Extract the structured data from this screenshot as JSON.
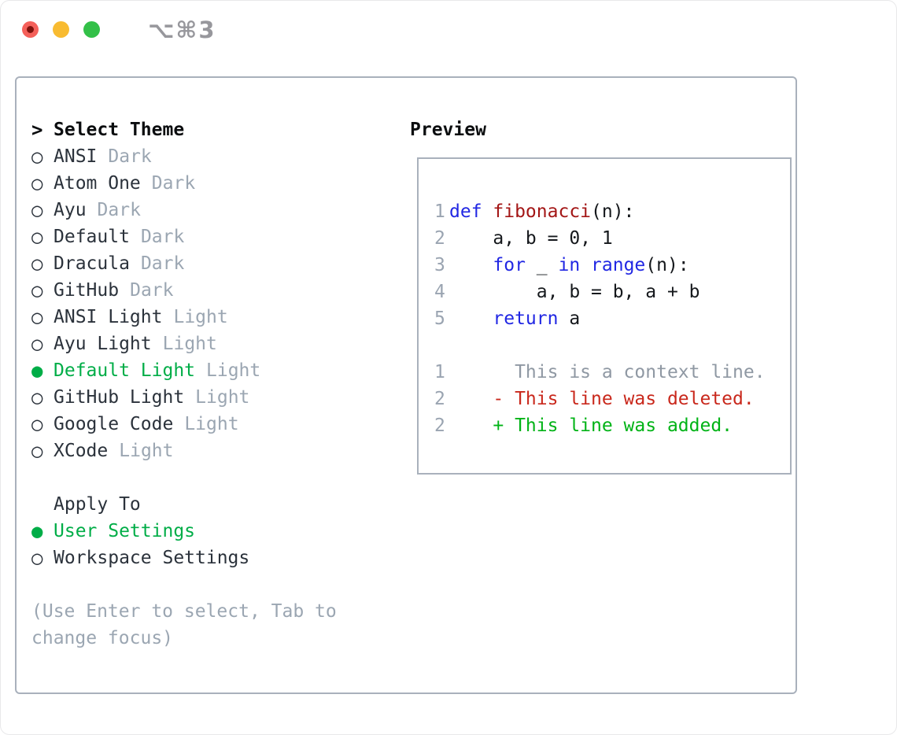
{
  "titlebar": {
    "shortcut": "⌥⌘3"
  },
  "icons": {
    "radio_on": "●",
    "radio_off": "○",
    "cursor": ">"
  },
  "colors": {
    "border_gray": "#a9b1bc",
    "accent_green": "#00ad47",
    "muted": "#9ba6b2",
    "kw_blue": "#2127e3",
    "fn_red": "#a31616",
    "diff_del": "#c9281c",
    "diff_add": "#00b316",
    "context_gray": "#8f98a3",
    "line_num": "#9aa4b1",
    "traffic_red": "#f4605a",
    "traffic_yellow": "#f8bb31",
    "traffic_green": "#33c048"
  },
  "theme_panel": {
    "heading": {
      "prefix": ">",
      "label": "Select Theme"
    },
    "items": [
      {
        "name": "ANSI",
        "variant": "Dark",
        "selected": false
      },
      {
        "name": "Atom One",
        "variant": "Dark",
        "selected": false
      },
      {
        "name": "Ayu",
        "variant": "Dark",
        "selected": false
      },
      {
        "name": "Default",
        "variant": "Dark",
        "selected": false
      },
      {
        "name": "Dracula",
        "variant": "Dark",
        "selected": false
      },
      {
        "name": "GitHub",
        "variant": "Dark",
        "selected": false
      },
      {
        "name": "ANSI Light",
        "variant": "Light",
        "selected": false
      },
      {
        "name": "Ayu Light",
        "variant": "Light",
        "selected": false
      },
      {
        "name": "Default Light",
        "variant": "Light",
        "selected": true
      },
      {
        "name": "GitHub Light",
        "variant": "Light",
        "selected": false
      },
      {
        "name": "Google Code",
        "variant": "Light",
        "selected": false
      },
      {
        "name": "XCode",
        "variant": "Light",
        "selected": false
      }
    ],
    "apply_to": {
      "heading": "Apply To",
      "options": [
        {
          "name": "User Settings",
          "selected": true
        },
        {
          "name": "Workspace Settings",
          "selected": false
        }
      ]
    },
    "hint": "(Use Enter to select, Tab to change focus)"
  },
  "preview": {
    "heading": "Preview",
    "code_lines": [
      {
        "num": "1",
        "segments": [
          {
            "text": "def ",
            "style": "kw"
          },
          {
            "text": "fibonacci",
            "style": "fn"
          },
          {
            "text": "(n):",
            "style": "plain"
          }
        ]
      },
      {
        "num": "2",
        "segments": [
          {
            "text": "    a, b = 0, 1",
            "style": "plain"
          }
        ]
      },
      {
        "num": "3",
        "segments": [
          {
            "text": "    ",
            "style": "plain"
          },
          {
            "text": "for",
            "style": "kw"
          },
          {
            "text": " _ ",
            "style": "plain"
          },
          {
            "text": "in",
            "style": "kw"
          },
          {
            "text": " ",
            "style": "plain"
          },
          {
            "text": "range",
            "style": "kw"
          },
          {
            "text": "(n):",
            "style": "plain"
          }
        ]
      },
      {
        "num": "4",
        "segments": [
          {
            "text": "        a, b = b, a + b",
            "style": "plain"
          }
        ]
      },
      {
        "num": "5",
        "segments": [
          {
            "text": "    ",
            "style": "plain"
          },
          {
            "text": "return",
            "style": "kw"
          },
          {
            "text": " a",
            "style": "plain"
          }
        ]
      }
    ],
    "diff_lines": [
      {
        "num": "1",
        "text": "      This is a context line.",
        "type": "context"
      },
      {
        "num": "2",
        "text": "    - This line was deleted.",
        "type": "deleted"
      },
      {
        "num": "2",
        "text": "    + This line was added.",
        "type": "added"
      }
    ]
  }
}
